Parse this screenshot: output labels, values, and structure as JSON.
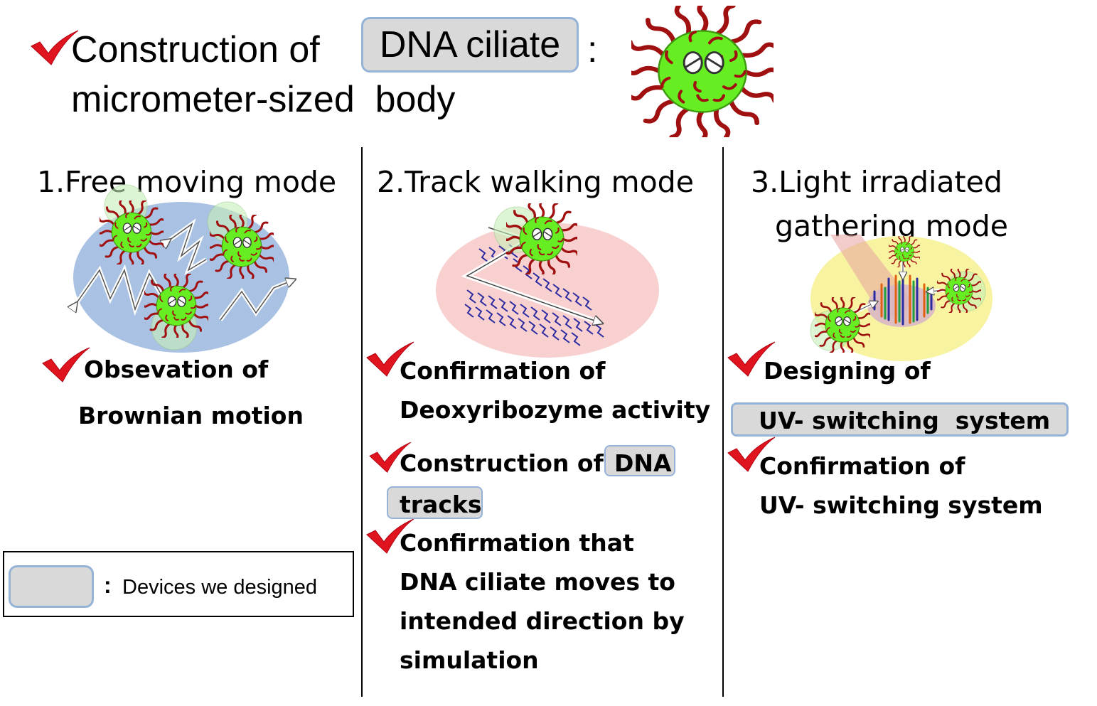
{
  "header": {
    "title_prefix": "Construction of",
    "title_device": "DNA ciliate",
    "title_colon": ":",
    "title_line2": "micrometer-sized  body"
  },
  "columns": [
    {
      "heading": "1.Free moving mode",
      "items": [
        "Obsevation of",
        "Brownian motion"
      ]
    },
    {
      "heading": "2.Track walking mode",
      "items": [
        "Confirmation of",
        "Deoxyribozyme activity",
        "Construction of",
        "DNA",
        "tracks",
        "Confirmation that",
        "DNA ciliate moves to",
        "intended direction by",
        "simulation"
      ]
    },
    {
      "heading_line1": "3.Light irradiated",
      "heading_line2": "gathering mode",
      "items": [
        "Designing of",
        "UV- switching  system",
        "Confirmation of",
        "UV- switching system"
      ]
    }
  ],
  "legend": {
    "colon": ":",
    "text": "Devices we designed"
  },
  "colors": {
    "check": "#e0141e",
    "device_fill": "#d9d9d9",
    "device_border": "#95b3d7",
    "body_green": "#66ee22",
    "cilia": "#a01010",
    "panel1_bg": "#a9c2e3",
    "panel2_bg": "#f9d0d0",
    "panel3_bg": "#f7f3a0",
    "track": "#2a2aa0"
  }
}
